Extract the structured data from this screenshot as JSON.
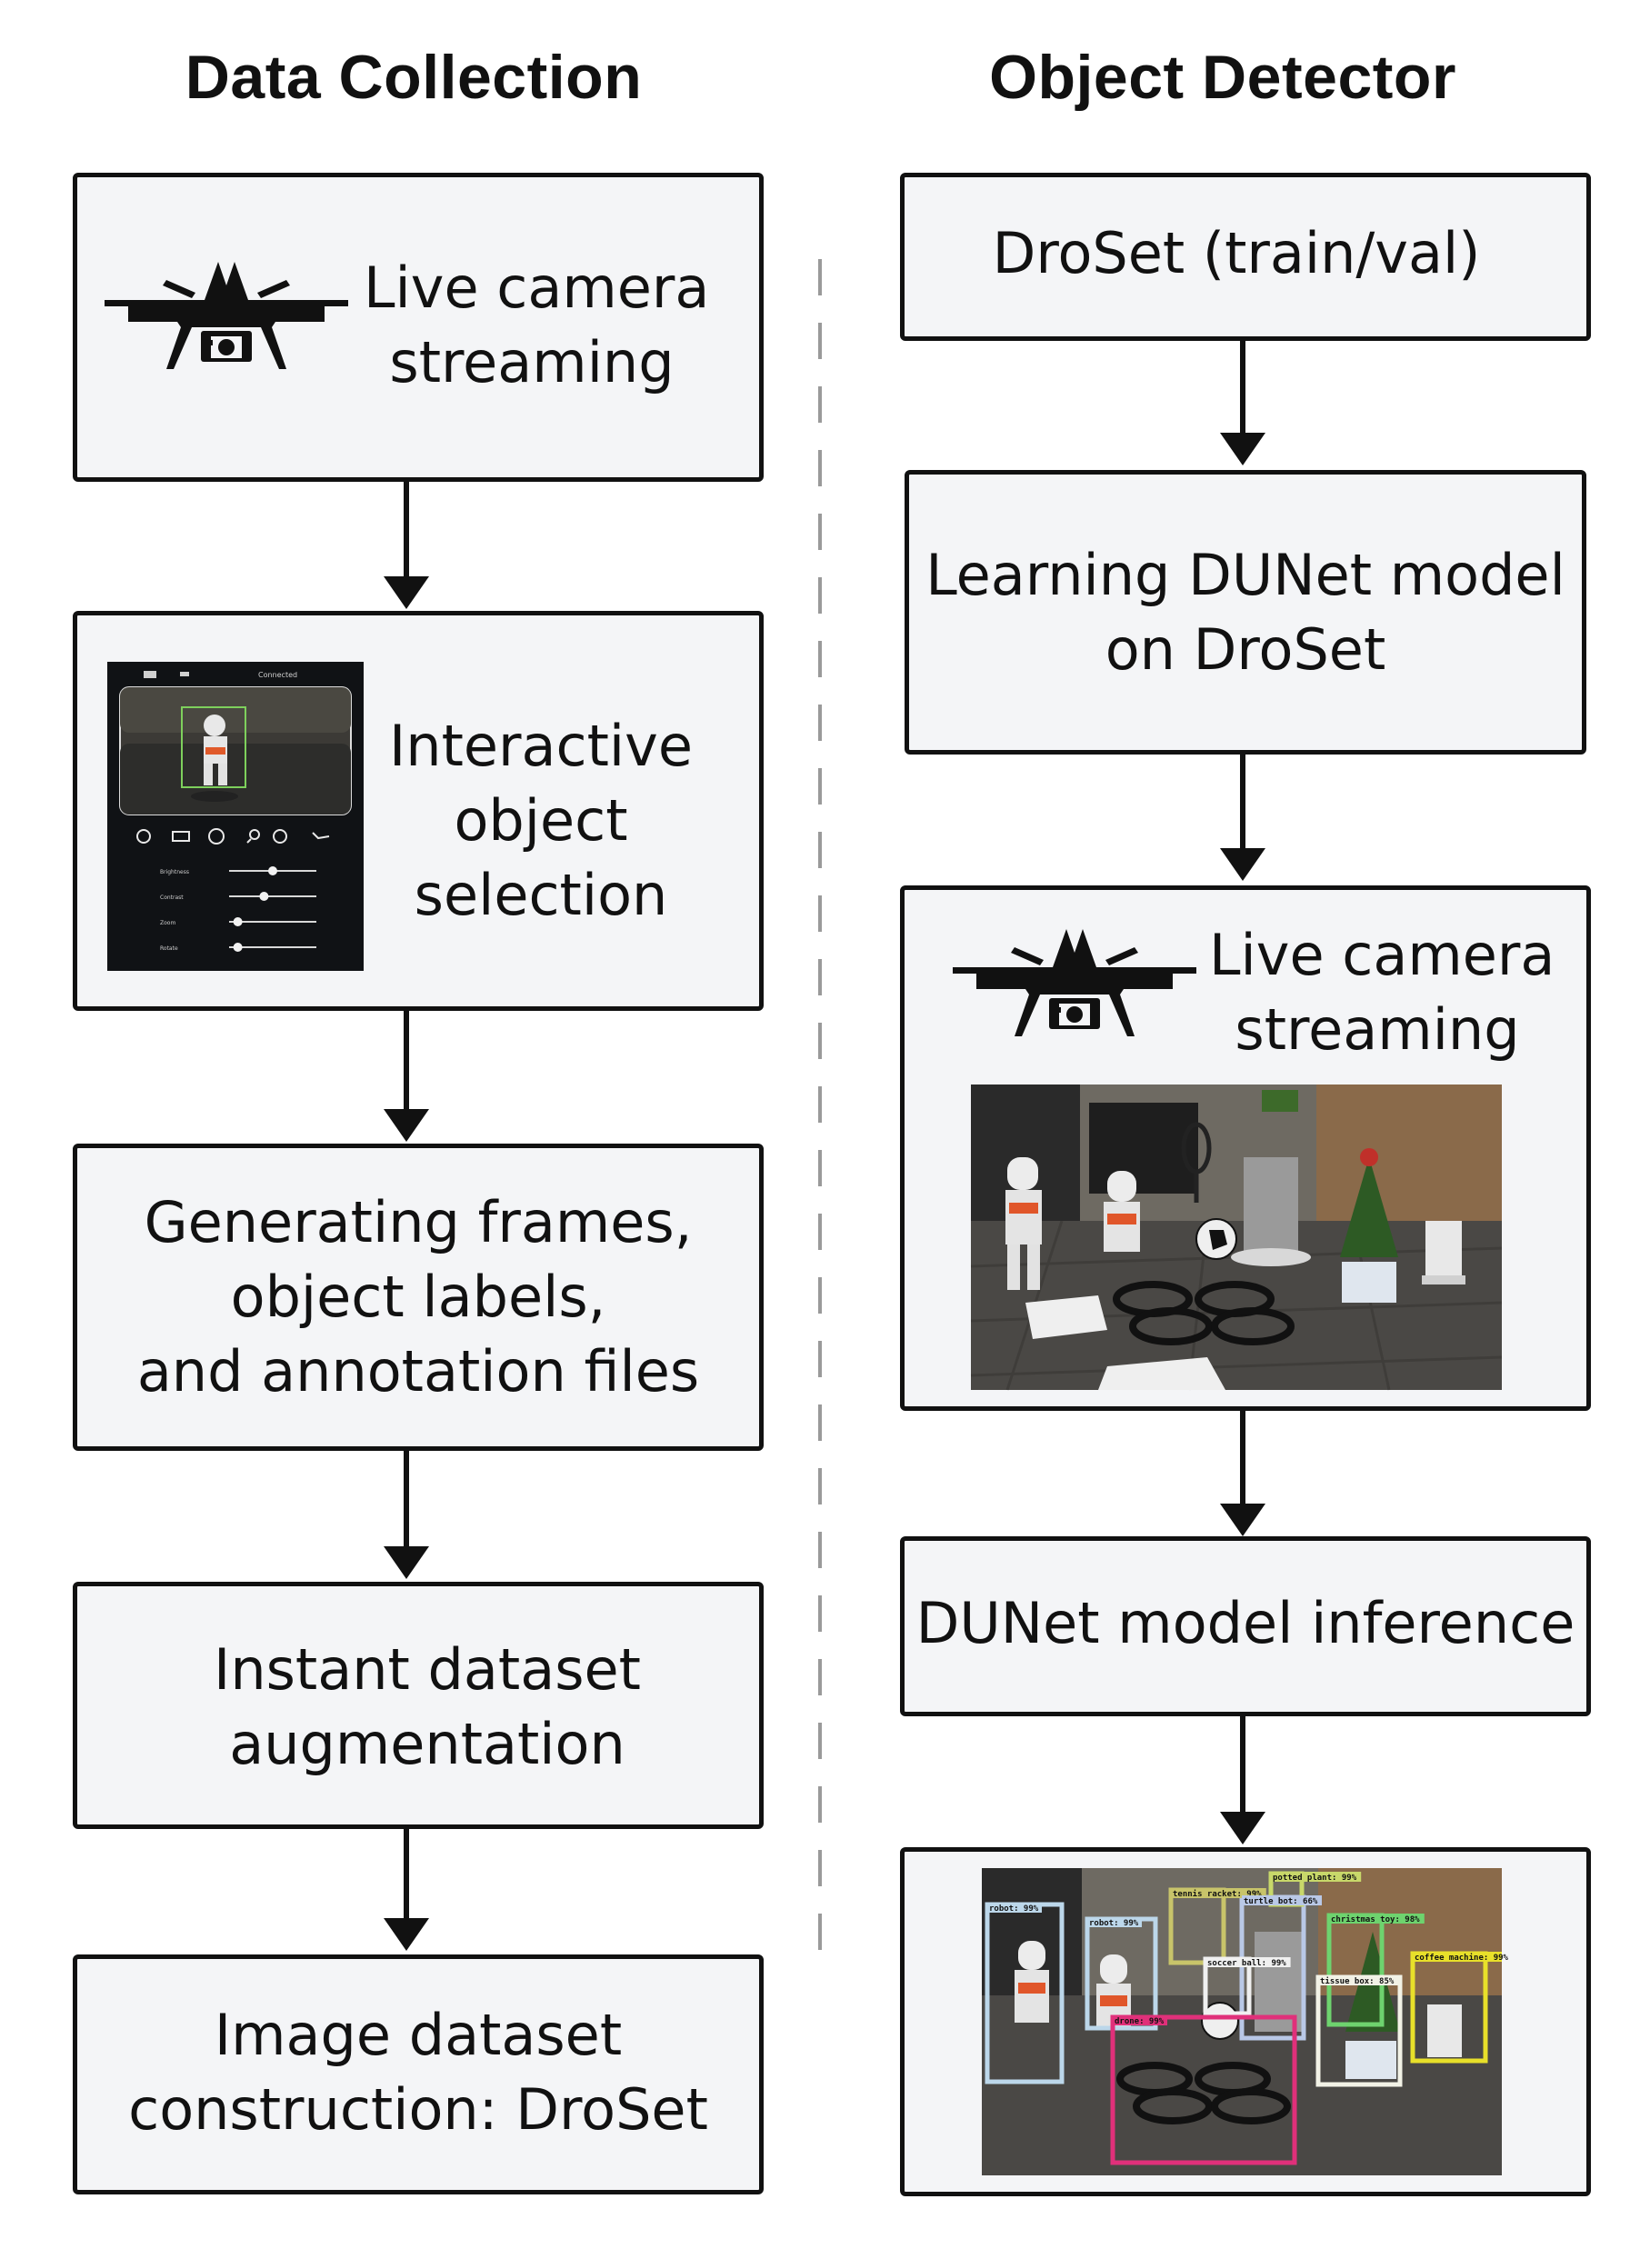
{
  "left_column": {
    "title": "Data Collection",
    "steps": [
      {
        "lines": [
          "Live camera",
          "streaming"
        ],
        "icon": "drone-camera-icon"
      },
      {
        "lines": [
          "Interactive",
          "object",
          "selection"
        ],
        "image": "app-screenshot"
      },
      {
        "lines": [
          "Generating frames,",
          "object labels,",
          "and annotation files"
        ]
      },
      {
        "lines": [
          "Instant dataset",
          "augmentation"
        ]
      },
      {
        "lines": [
          "Image dataset",
          "construction: DroSet"
        ]
      }
    ]
  },
  "right_column": {
    "title": "Object Detector",
    "steps": [
      {
        "lines": [
          "DroSet (train/val)"
        ]
      },
      {
        "lines": [
          "Learning DUNet model",
          "on DroSet"
        ]
      },
      {
        "lines": [
          "Live camera",
          "streaming"
        ],
        "icon": "drone-camera-icon",
        "image": "scene-photo"
      },
      {
        "lines": [
          "DUNet model inference"
        ]
      },
      {
        "image": "detection-result-photo"
      }
    ]
  },
  "app_screenshot": {
    "status": "Connected",
    "sliders": [
      {
        "label": "Brightness",
        "value": 0.5
      },
      {
        "label": "Contrast",
        "value": 0.4
      },
      {
        "label": "Zoom",
        "value": 0.1
      },
      {
        "label": "Rotate",
        "value": 0.1
      }
    ]
  },
  "detections": [
    {
      "label": "robot: 99%",
      "color": "#bcd7ea"
    },
    {
      "label": "robot: 99%",
      "color": "#bcd7ea"
    },
    {
      "label": "tennis racket: 99%",
      "color": "#c8c46a"
    },
    {
      "label": "turtle bot: 66%",
      "color": "#b9c8e6"
    },
    {
      "label": "potted plant: 99%",
      "color": "#c8d86a"
    },
    {
      "label": "christmas toy: 98%",
      "color": "#6ed36e"
    },
    {
      "label": "soccer ball: 99%",
      "color": "#f0f0f0"
    },
    {
      "label": "coffee machine: 99%",
      "color": "#e8e02a"
    },
    {
      "label": "tissue box: 85%",
      "color": "#f2f2e6"
    },
    {
      "label": "drone: 99%",
      "color": "#e0307a"
    }
  ],
  "colors": {
    "box_fill": "#f4f5f7",
    "stroke": "#111111",
    "divider": "#9a9a9a"
  }
}
